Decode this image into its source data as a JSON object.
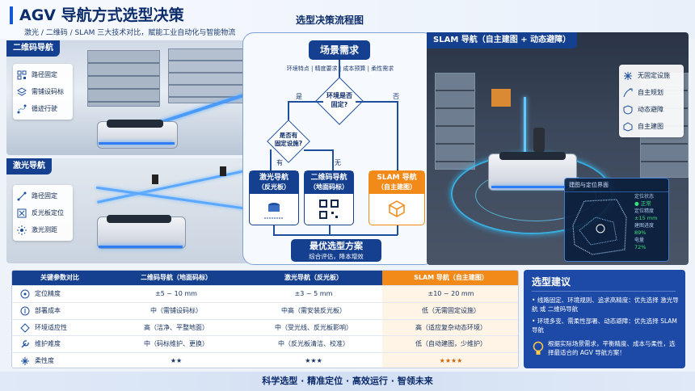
{
  "header": {
    "title": "AGV 导航方式选型决策",
    "subtitle": "激光 / 二维码 / SLAM 三大技术对比，赋能工业自动化与智能物流"
  },
  "qr_panel": {
    "label": "二维码导航",
    "features": [
      {
        "icon": "qr-code-icon",
        "text": "路径固定"
      },
      {
        "icon": "layers-icon",
        "text": "需铺设码标"
      },
      {
        "icon": "path-icon",
        "text": "循迹行驶"
      }
    ]
  },
  "laser_panel": {
    "label": "激光导航",
    "features": [
      {
        "icon": "route-icon",
        "text": "路径固定"
      },
      {
        "icon": "reflector-icon",
        "text": "反光板定位"
      },
      {
        "icon": "laser-icon",
        "text": "激光测距"
      }
    ]
  },
  "slam_panel": {
    "label": "SLAM 导航（自主建图 + 动态避障）",
    "features": [
      {
        "icon": "no-facility-icon",
        "text": "无固定设施"
      },
      {
        "icon": "plan-icon",
        "text": "自主规划"
      },
      {
        "icon": "obstacle-icon",
        "text": "动态避障"
      },
      {
        "icon": "map-icon",
        "text": "自主建图"
      }
    ],
    "map_window": {
      "title": "建图与定位界面",
      "stats": [
        {
          "label": "定位状态",
          "value": "● 正常"
        },
        {
          "label": "定位精度",
          "value": "±15 mm"
        },
        {
          "label": "建图进度",
          "value": "89%"
        },
        {
          "label": "电量",
          "value": "72%"
        }
      ]
    }
  },
  "flow": {
    "title": "选型决策流程图",
    "start": "场景需求",
    "start_note": "环境特点 | 精度要求 | 成本预算 | 柔性需求",
    "q1": "环境是否\n固定?",
    "q1_yes": "是",
    "q1_no": "否",
    "q2": "是否有\n固定设施?",
    "q2_yes": "有",
    "q2_no": "无",
    "opt_laser": "激光导航",
    "opt_laser_sub": "（反光板）",
    "opt_qr": "二维码导航",
    "opt_qr_sub": "（地面码标）",
    "opt_slam": "SLAM 导航",
    "opt_slam_sub": "（自主建图）",
    "end": "最优选型方案",
    "end_note": "综合评估，降本增效"
  },
  "table": {
    "headers": [
      "关键参数对比",
      "二维码导航（地面码标）",
      "激光导航（反光板）",
      "SLAM 导航（自主建图）"
    ],
    "rows": [
      {
        "icon": "target-icon",
        "param": "定位精度",
        "qr": "±5 ~ 10 mm",
        "laser": "±3 ~ 5 mm",
        "slam": "±10 ~ 20 mm"
      },
      {
        "icon": "coin-icon",
        "param": "部署成本",
        "qr": "中（需铺设码标）",
        "laser": "中高（需安装反光板）",
        "slam": "低（无需固定设施）"
      },
      {
        "icon": "environment-icon",
        "param": "环境适应性",
        "qr": "高（洁净、平整地面）",
        "laser": "中（受光线、反光板影响）",
        "slam": "高（适应复杂动态环境）"
      },
      {
        "icon": "wrench-icon",
        "param": "维护难度",
        "qr": "中（码标维护、更换）",
        "laser": "中（反光板清洁、校准）",
        "slam": "低（自动建图，少维护）"
      },
      {
        "icon": "flexibility-icon",
        "param": "柔性度",
        "qr": "★★",
        "laser": "★★★",
        "slam": "★★★★"
      }
    ]
  },
  "advice": {
    "title": "选型建议",
    "items": [
      "线路固定、环境规则、追求高精度：优先选择 激光导航 或 二维码导航",
      "环境多变、需柔性部署、动态避障：优先选择 SLAM 导航"
    ],
    "tip": "根据实际场景需求，平衡精度、成本与柔性，选择最适合的 AGV 导航方案！"
  },
  "footer": {
    "slogan": "科学选型 · 精准定位 · 高效运行 · 智领未来"
  },
  "colors": {
    "brand": "#15408f",
    "accent": "#1557d6",
    "slam": "#f28a1a"
  }
}
